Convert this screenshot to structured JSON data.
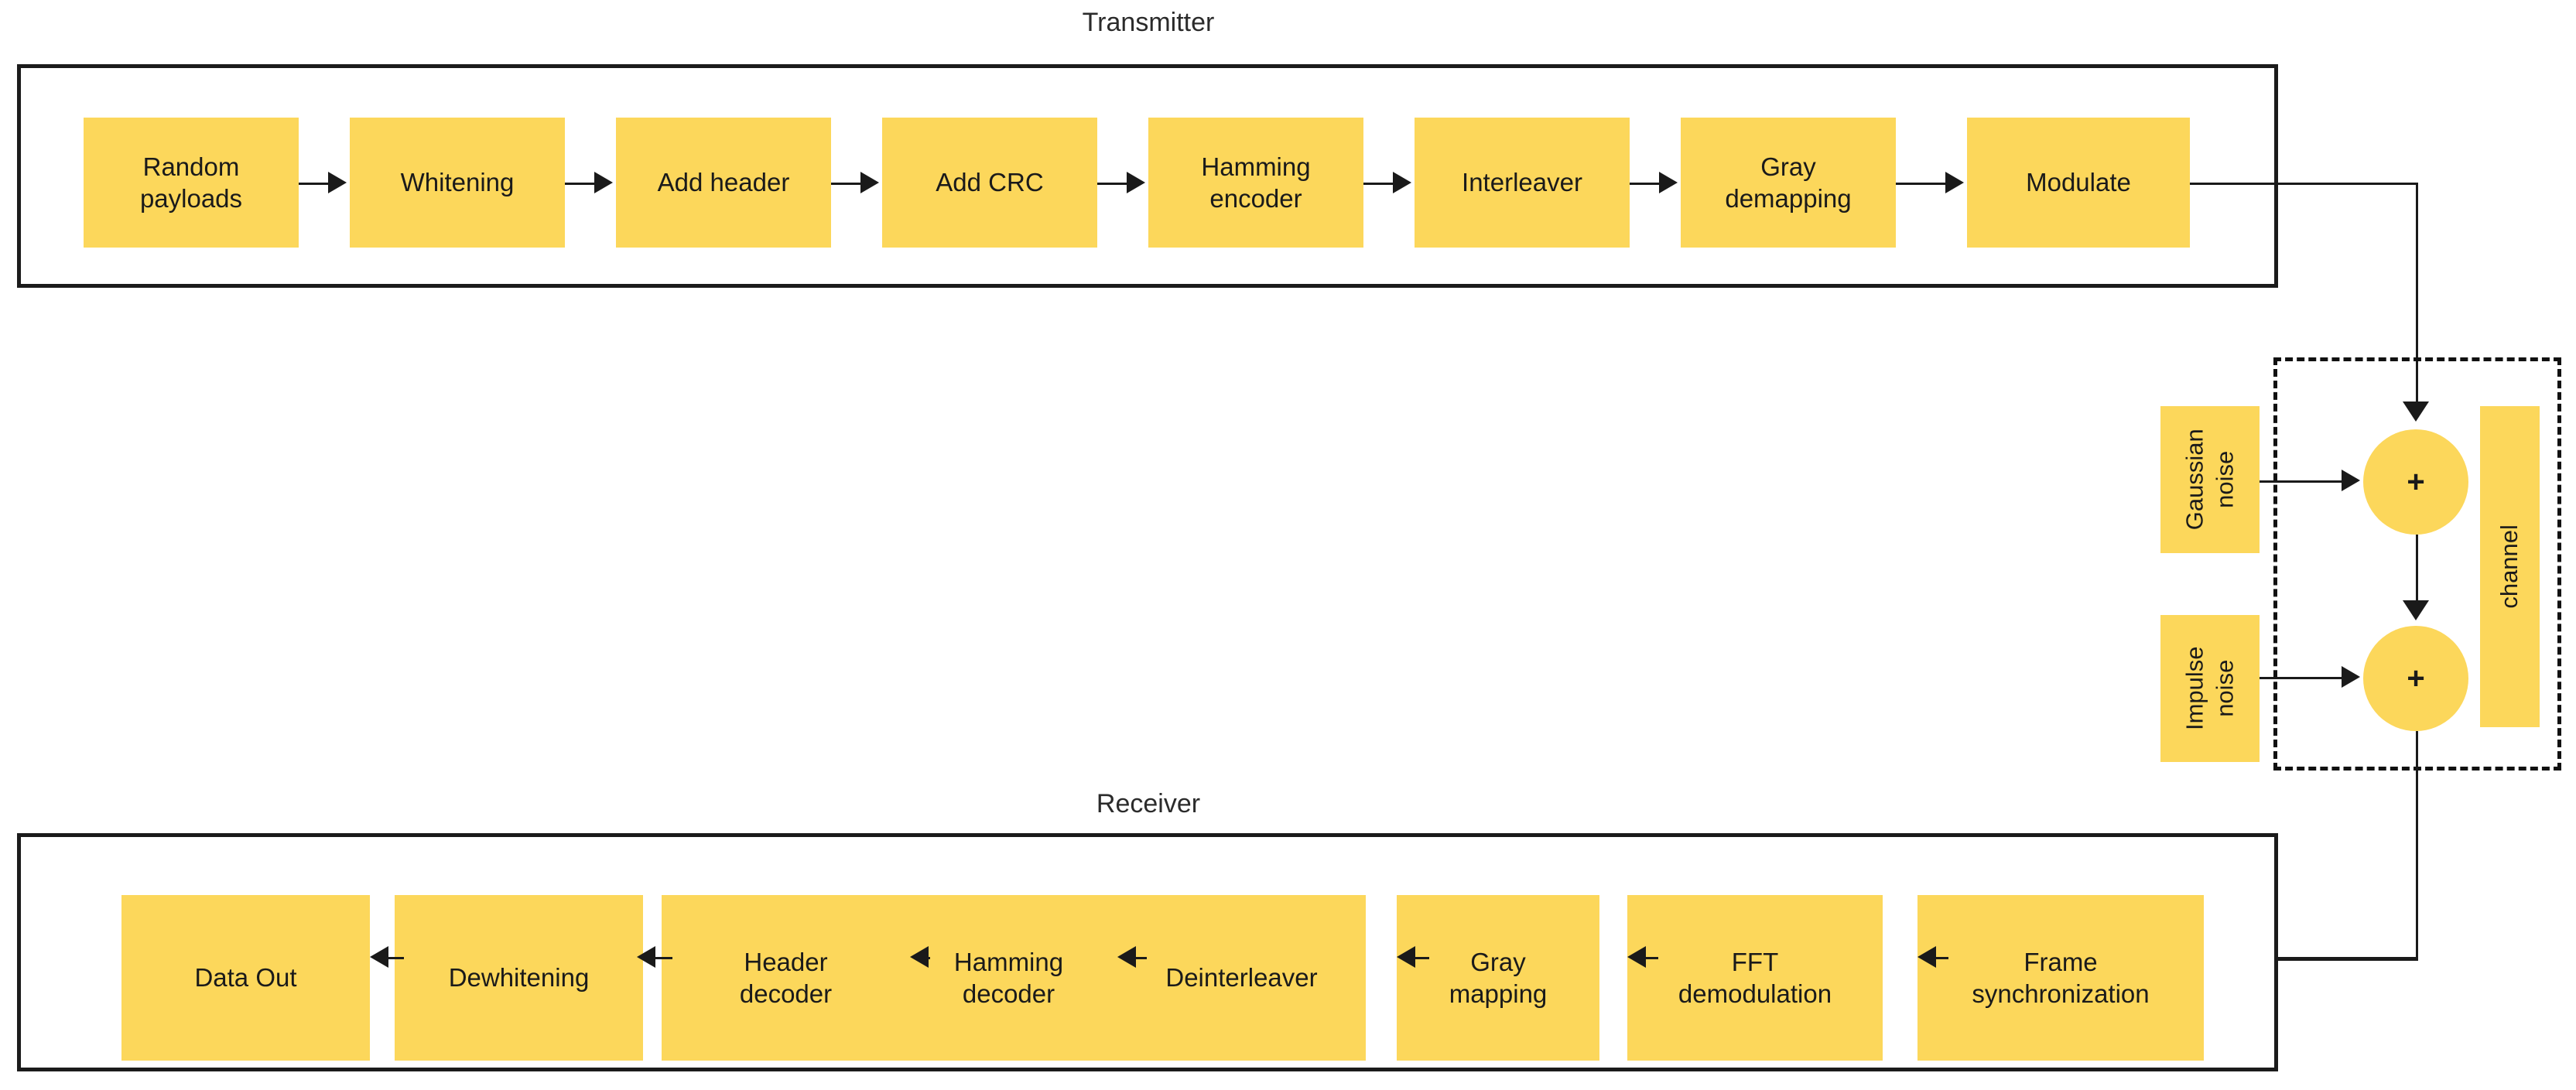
{
  "diagram": {
    "title_transmitter": "Transmitter",
    "title_receiver": "Receiver",
    "accent_color": "#FCD75B",
    "line_color": "#1A1A1A",
    "background_color": "#FFFFFF"
  },
  "transmitter": {
    "label": "Transmitter",
    "blocks": [
      {
        "line1": "Random",
        "line2": "payloads"
      },
      {
        "line1": "Whitening",
        "line2": ""
      },
      {
        "line1": "Add header",
        "line2": ""
      },
      {
        "line1": "Add CRC",
        "line2": ""
      },
      {
        "line1": "Hamming",
        "line2": "encoder"
      },
      {
        "line1": "Interleaver",
        "line2": ""
      },
      {
        "line1": "Gray",
        "line2": "demapping"
      },
      {
        "line1": "Modulate",
        "line2": ""
      }
    ]
  },
  "channel": {
    "label": "channel",
    "noise_sources": [
      {
        "line1": "Gaussian",
        "line2": "noise"
      },
      {
        "line1": "Impulse",
        "line2": "noise"
      }
    ],
    "adders": [
      {
        "symbol": "+"
      },
      {
        "symbol": "+"
      }
    ]
  },
  "receiver": {
    "label": "Receiver",
    "blocks": [
      {
        "line1": "Data Out",
        "line2": ""
      },
      {
        "line1": "Dewhitening",
        "line2": ""
      },
      {
        "line1": "Header",
        "line2": "decoder"
      },
      {
        "line1": "Hamming",
        "line2": "decoder"
      },
      {
        "line1": "Deinterleaver",
        "line2": ""
      },
      {
        "line1": "Gray",
        "line2": "mapping"
      },
      {
        "line1": "FFT",
        "line2": "demodulation"
      },
      {
        "line1": "Frame",
        "line2": "synchronization"
      }
    ]
  }
}
